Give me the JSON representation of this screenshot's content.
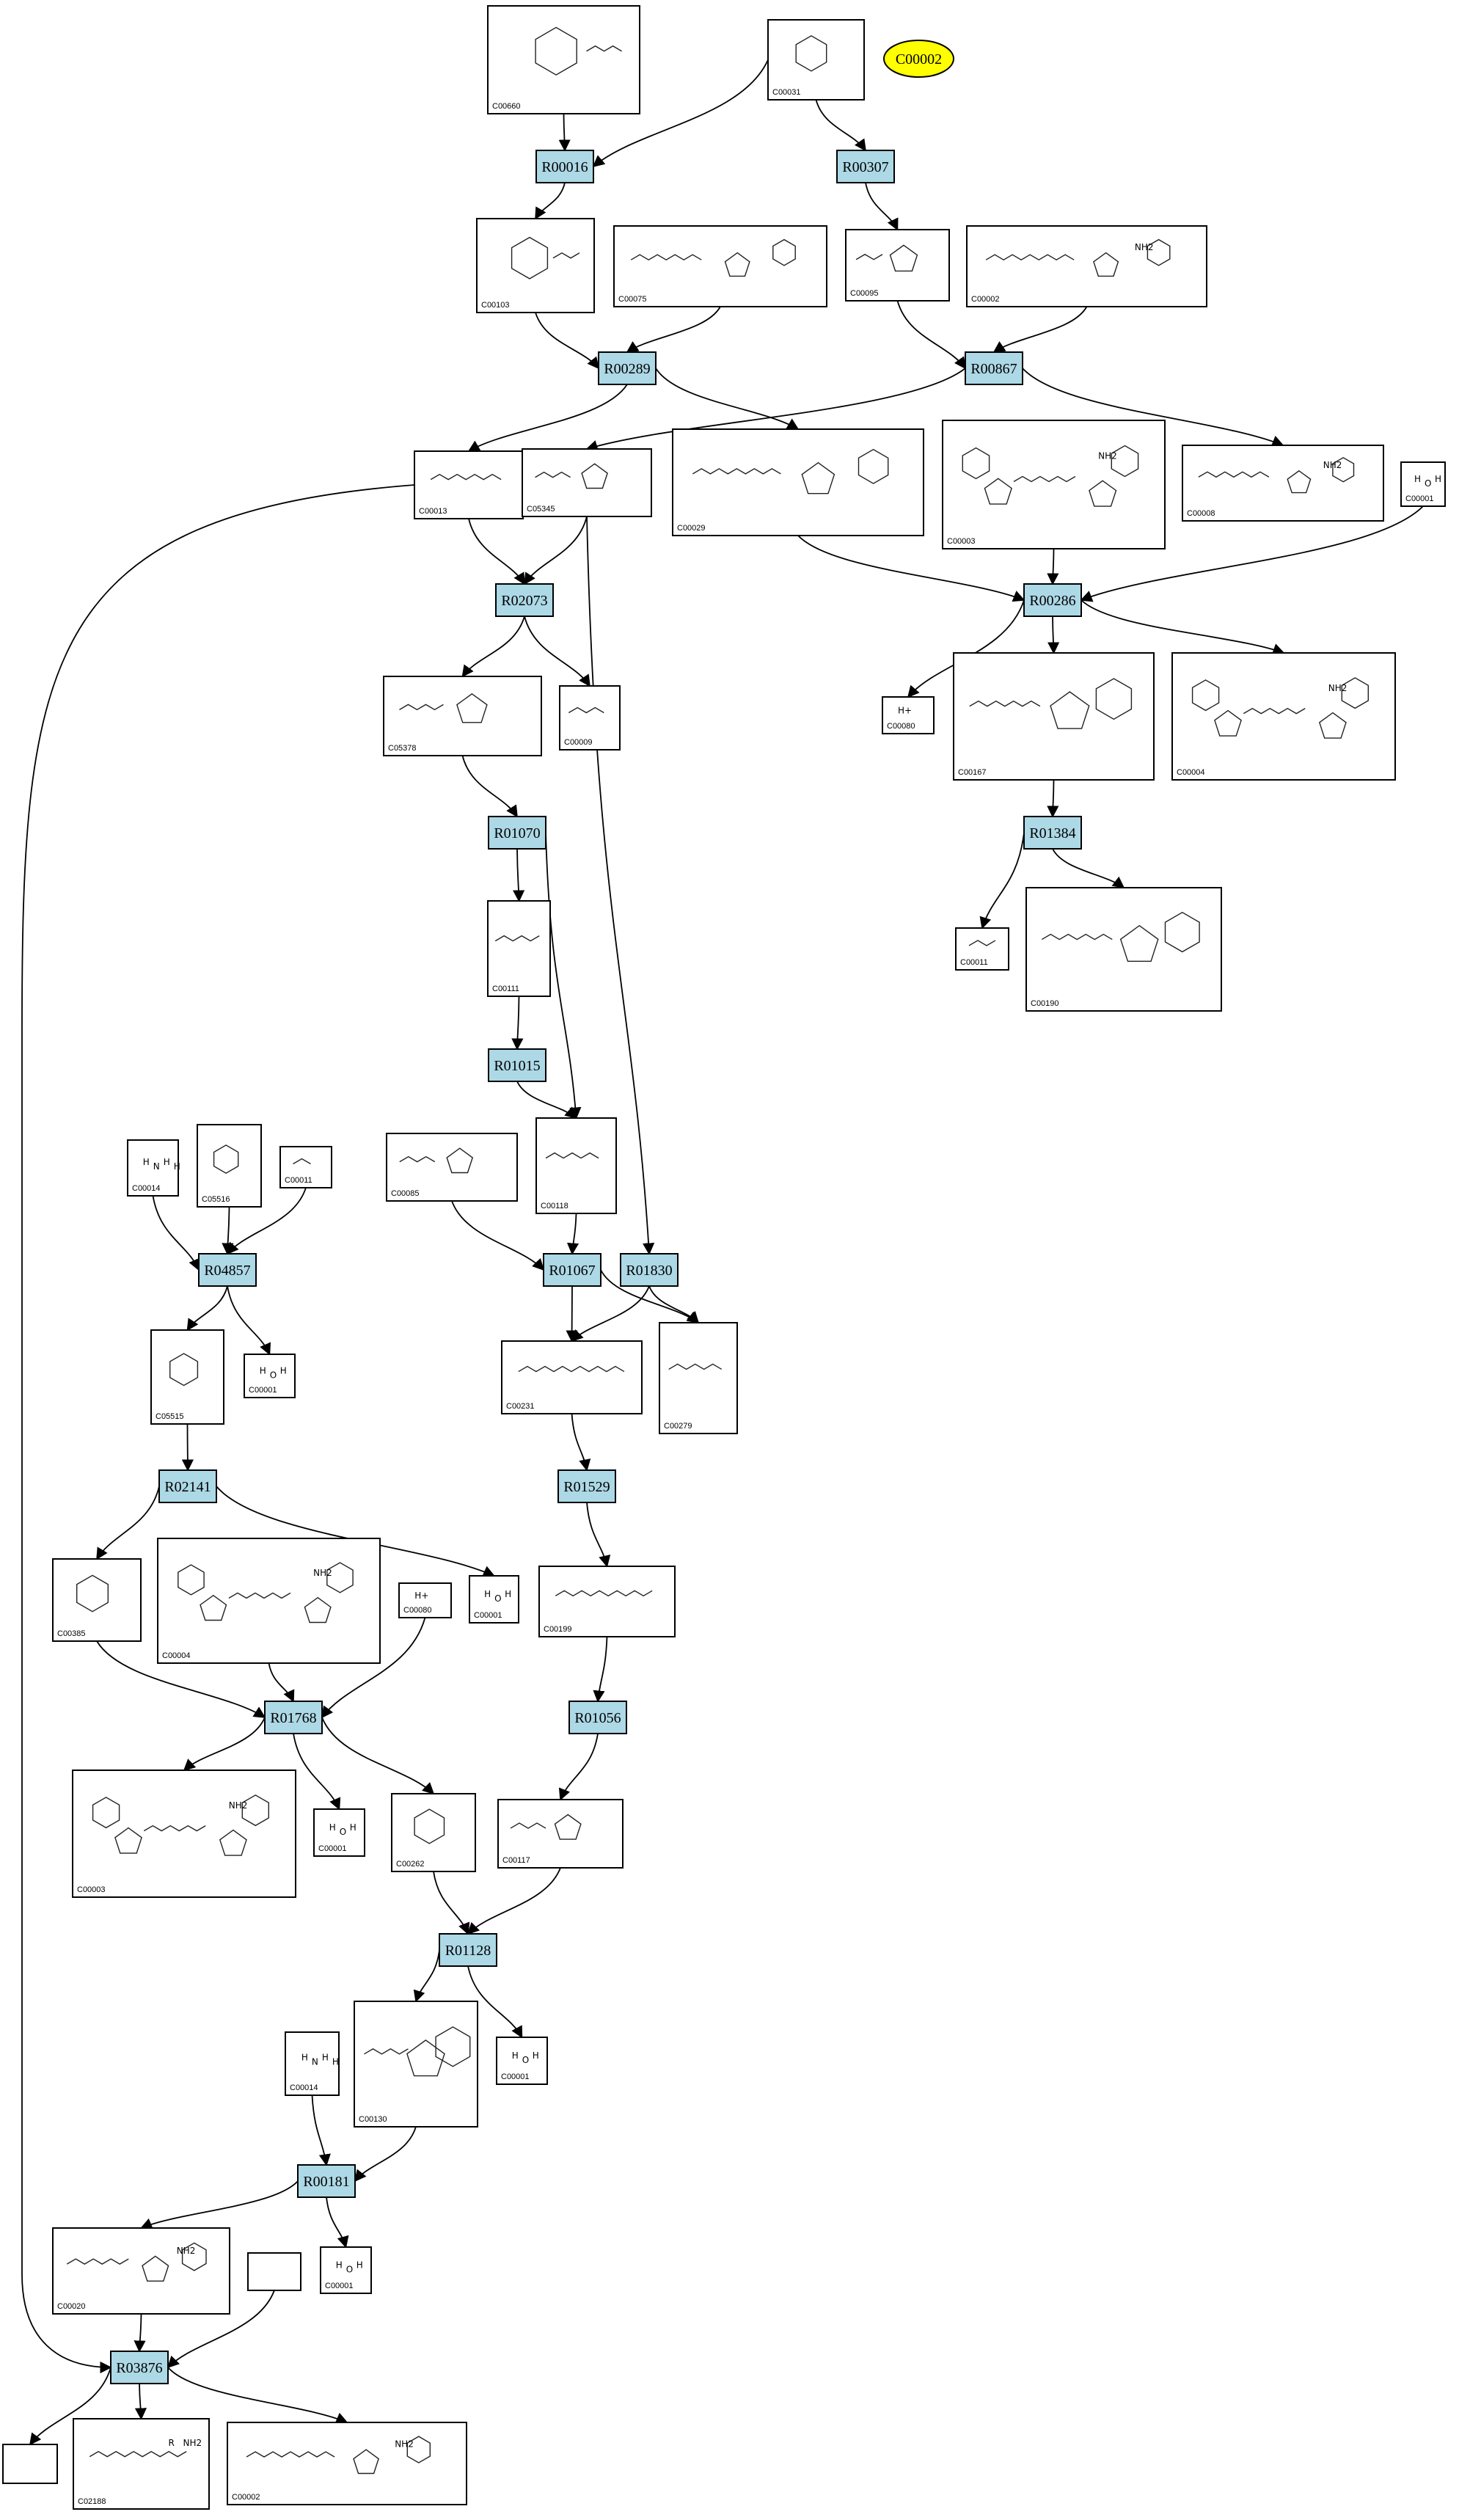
{
  "diagram": {
    "reactions": [
      "R00016",
      "R00307",
      "R00289",
      "R00867",
      "R02073",
      "R00286",
      "R01070",
      "R01384",
      "R01015",
      "R04857",
      "R01067",
      "R01830",
      "R02141",
      "R01529",
      "R01768",
      "R01056",
      "R01128",
      "R00181",
      "R03876"
    ],
    "highlight_compound": "C00002",
    "compounds": [
      {
        "id": "C00660",
        "struct": "phosphosugar",
        "labels": []
      },
      {
        "id": "C00031",
        "struct": "sugar",
        "labels": []
      },
      {
        "id": "C00103",
        "struct": "phosphosugar",
        "labels": []
      },
      {
        "id": "C00075",
        "struct": "nucleotide",
        "labels": []
      },
      {
        "id": "C00095",
        "struct": "furanose",
        "labels": []
      },
      {
        "id": "C00002",
        "struct": "nucleotide",
        "labels": [
          "NH2"
        ]
      },
      {
        "id": "C00013",
        "struct": "phosphate",
        "labels": []
      },
      {
        "id": "C05345",
        "struct": "furanose",
        "labels": []
      },
      {
        "id": "C00029",
        "struct": "nucleotide",
        "labels": []
      },
      {
        "id": "C00003",
        "struct": "dinucleotide",
        "labels": [
          "NH2"
        ]
      },
      {
        "id": "C00008",
        "struct": "nucleotide",
        "labels": [
          "NH2"
        ]
      },
      {
        "id": "C00001",
        "struct": "water",
        "labels": [
          "H",
          "O",
          "H"
        ]
      },
      {
        "id": "C05378",
        "struct": "furanose",
        "labels": []
      },
      {
        "id": "C00009",
        "struct": "phosphate",
        "labels": []
      },
      {
        "id": "C00080",
        "struct": "ion",
        "labels": [
          "H+"
        ]
      },
      {
        "id": "C00167",
        "struct": "nucleotide",
        "labels": []
      },
      {
        "id": "C00004",
        "struct": "dinucleotide",
        "labels": [
          "NH2"
        ]
      },
      {
        "id": "C00111",
        "struct": "chain",
        "labels": []
      },
      {
        "id": "C00011",
        "struct": "small",
        "labels": []
      },
      {
        "id": "C00190",
        "struct": "nucleotide",
        "labels": []
      },
      {
        "id": "C00014",
        "struct": "water",
        "labels": [
          "H",
          "N",
          "H",
          "H"
        ]
      },
      {
        "id": "C05516",
        "struct": "ring",
        "labels": []
      },
      {
        "id": "C00085",
        "struct": "furanose",
        "labels": []
      },
      {
        "id": "C00118",
        "struct": "chain",
        "labels": []
      },
      {
        "id": "C05515",
        "struct": "ring",
        "labels": []
      },
      {
        "id": "C00231",
        "struct": "chain",
        "labels": []
      },
      {
        "id": "C00279",
        "struct": "chain",
        "labels": []
      },
      {
        "id": "C00385",
        "struct": "ring",
        "labels": []
      },
      {
        "id": "C00199",
        "struct": "chain",
        "labels": []
      },
      {
        "id": "C00117",
        "struct": "furanose",
        "labels": []
      },
      {
        "id": "C00262",
        "struct": "ring",
        "labels": []
      },
      {
        "id": "C00130",
        "struct": "nucleotide",
        "labels": []
      },
      {
        "id": "C00020",
        "struct": "nucleotide",
        "labels": [
          "NH2"
        ]
      },
      {
        "id": "C02188",
        "struct": "chain",
        "labels": [
          "R",
          "NH2"
        ]
      }
    ]
  }
}
